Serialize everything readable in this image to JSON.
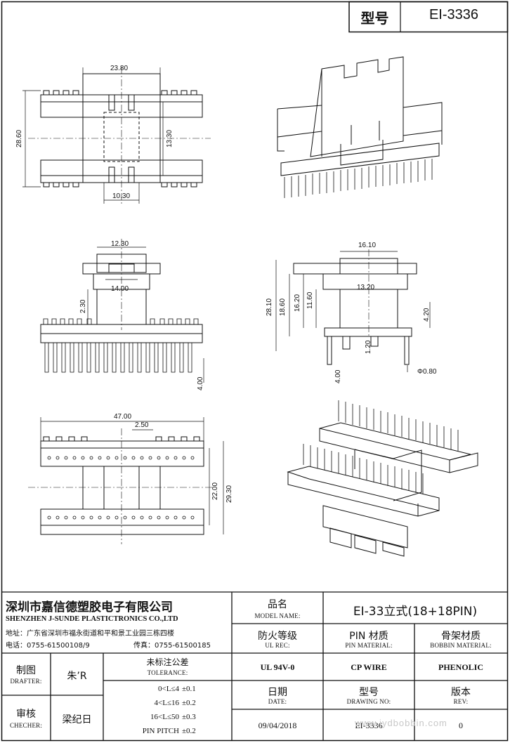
{
  "header": {
    "type_label": "型号",
    "model": "EI-3336"
  },
  "dims": {
    "top": {
      "d1": "23.80",
      "d2": "28.60",
      "d3": "13.30",
      "d4": "10.30"
    },
    "front": {
      "d1": "12.30",
      "d2": "14.00",
      "d3": "2.30",
      "d4": "4.00"
    },
    "side": {
      "d1": "16.10",
      "d2": "28.10",
      "d3": "18.60",
      "d4": "16.20",
      "d5": "11.60",
      "d6": "13.20",
      "d7": "4.20",
      "d8": "1.20",
      "d9": "4.00",
      "d10": "Φ0.80"
    },
    "bottom": {
      "d1": "47.00",
      "d2": "2.50",
      "d3": "22.00",
      "d4": "29.30"
    }
  },
  "company": {
    "name_cn": "深圳市嘉信德塑胶电子有限公司",
    "name_en": "SHENZHEN J-SUNDE PLASTICTRONICS CO.,LTD",
    "address": "地址：广东省深圳市福永街道和平和景工业园三栋四楼",
    "phone": "电话：0755-61500108/9",
    "fax": "传真：0755-61500185"
  },
  "title_block": {
    "model_name_cn": "品名",
    "model_name_en": "MODEL NAME:",
    "model_name_value": "EI-33立式(18+18PIN)",
    "ul_cn": "防火等级",
    "ul_en": "UL REC:",
    "ul_value": "UL 94V-0",
    "pin_cn": "PIN 材质",
    "pin_en": "PIN MATERIAL:",
    "pin_value": "CP WIRE",
    "bobbin_cn": "骨架材质",
    "bobbin_en": "BOBBIN MATERIAL:",
    "bobbin_value": "PHENOLIC",
    "drafter_cn": "制图",
    "drafter_en": "DRAFTER:",
    "drafter_value": "朱’R",
    "checker_cn": "审核",
    "checker_en": "CHECHER:",
    "checker_value": "梁纪日",
    "tolerance_cn": "未标注公差",
    "tolerance_en": "TOLERANCE:",
    "tolerances": [
      {
        "range": "0<L≤4",
        "value": "±0.1"
      },
      {
        "range": "4<L≤16",
        "value": "±0.2"
      },
      {
        "range": "16<L≤50",
        "value": "±0.3"
      },
      {
        "range": "PIN PITCH",
        "value": "±0.2"
      }
    ],
    "date_cn": "日期",
    "date_en": "DATE:",
    "date_value": "09/04/2018",
    "drawing_cn": "型号",
    "drawing_en": "DRAWING NO:",
    "drawing_value": "EI-3336",
    "rev_cn": "版本",
    "rev_en": "REV:",
    "rev_value": "0"
  },
  "watermark": "www.jydbobbin.com"
}
